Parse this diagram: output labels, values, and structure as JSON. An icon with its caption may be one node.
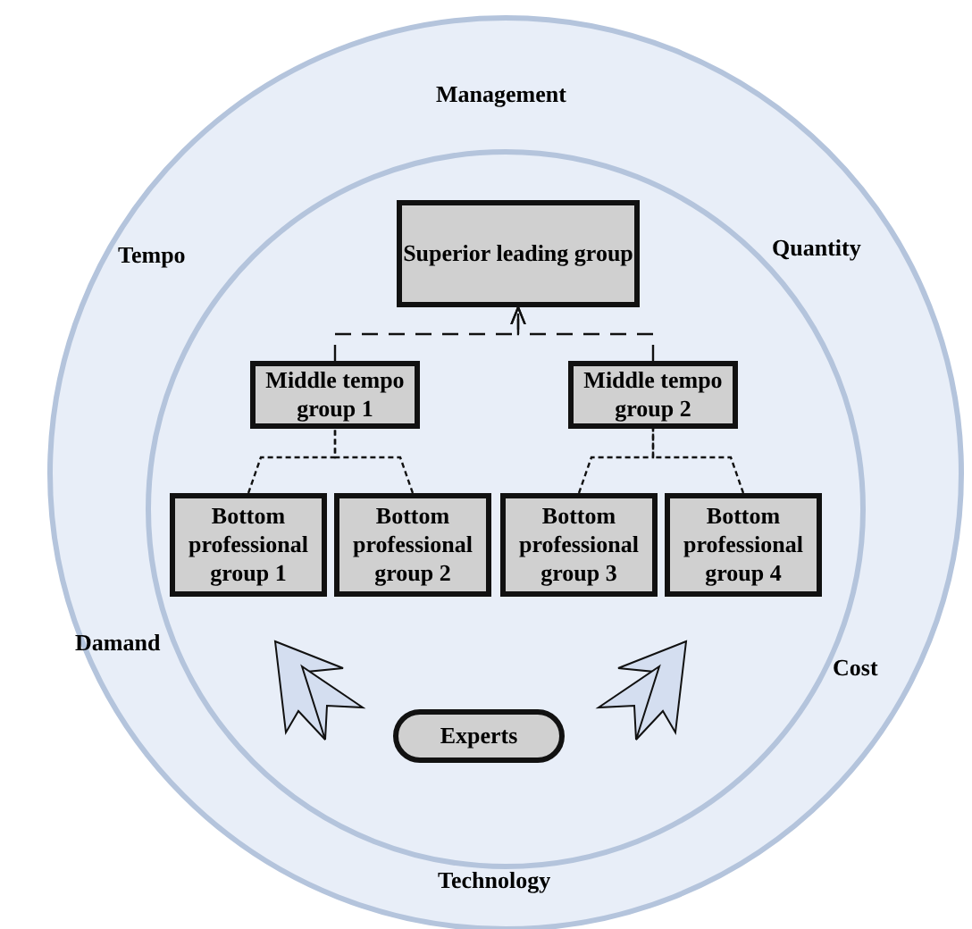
{
  "diagram": {
    "nodes": [
      {
        "text": [
          "Superior leading group"
        ]
      },
      {
        "text": [
          "Middle tempo group 1"
        ]
      },
      {
        "text": [
          "Middle tempo group 2"
        ]
      },
      {
        "text": [
          "Bottom professional group 1"
        ]
      },
      {
        "text": [
          "Bottom professional group 2"
        ]
      },
      {
        "text": [
          "Bottom professional group 3"
        ]
      },
      {
        "text": [
          "Bottom professional group 4"
        ]
      },
      {
        "text": [
          "Experts"
        ]
      }
    ],
    "edges": [
      {
        "from": 1,
        "to": 0,
        "arrow": "to",
        "style": "dashed"
      },
      {
        "from": 2,
        "to": 0,
        "arrow": "to",
        "style": "dashed"
      },
      {
        "from": 3,
        "to": 1,
        "arrow": "none",
        "style": "dashed"
      },
      {
        "from": 4,
        "to": 1,
        "arrow": "none",
        "style": "dashed"
      },
      {
        "from": 5,
        "to": 2,
        "arrow": "none",
        "style": "dashed"
      },
      {
        "from": 6,
        "to": 2,
        "arrow": "none",
        "style": "dashed"
      },
      {
        "from": 7,
        "to": 3,
        "arrow": "to",
        "style": "thick"
      },
      {
        "from": 7,
        "to": 6,
        "arrow": "to",
        "style": "thick"
      }
    ],
    "labels": [
      "Management",
      "Tempo",
      "Quantity",
      "Damand",
      "Cost",
      "Technology"
    ]
  }
}
